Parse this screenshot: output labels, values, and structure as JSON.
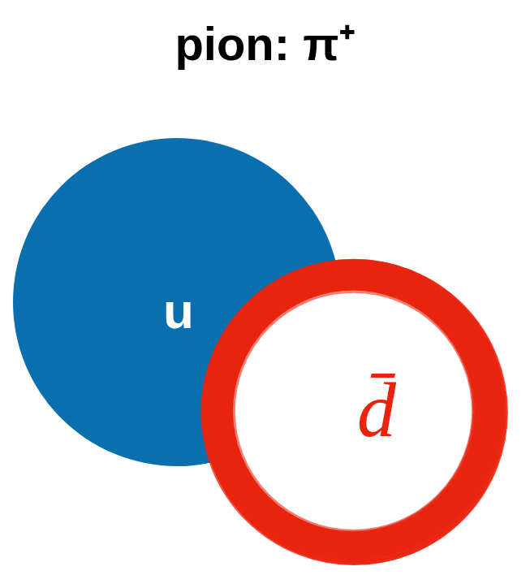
{
  "diagram": {
    "title": "pion: π⁺",
    "nodes": [
      {
        "text": [
          "u"
        ]
      },
      {
        "text": [
          "d̄"
        ]
      }
    ]
  }
}
